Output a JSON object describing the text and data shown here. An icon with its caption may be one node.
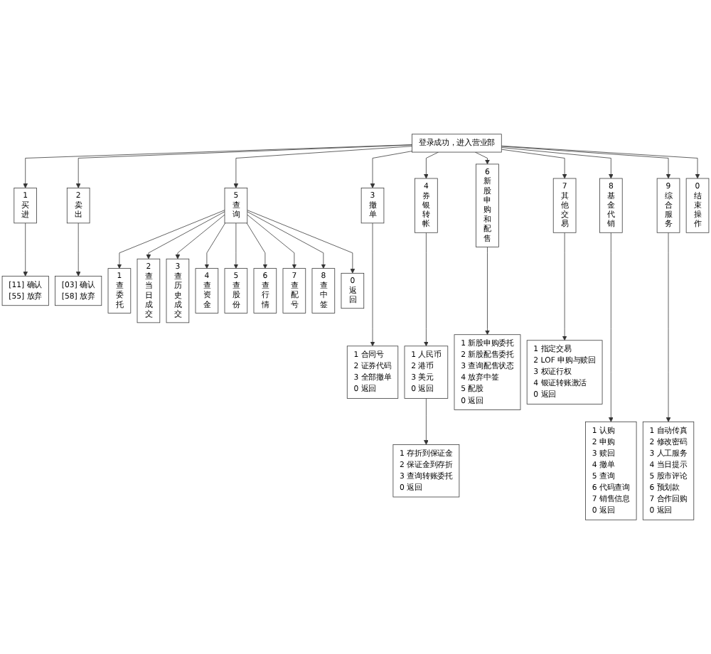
{
  "diagram": {
    "nodes": [
      {
        "text": [
          "登录成功，进入营业部"
        ]
      },
      {
        "text": [
          "1 买进"
        ]
      },
      {
        "text": [
          "2 卖出"
        ]
      },
      {
        "text": [
          "3 撤单"
        ]
      },
      {
        "text": [
          "4 券银转帐"
        ]
      },
      {
        "text": [
          "5 查询"
        ]
      },
      {
        "text": [
          "6 新股申购和配售"
        ]
      },
      {
        "text": [
          "7 其他交易"
        ]
      },
      {
        "text": [
          "8 基金代销"
        ]
      },
      {
        "text": [
          "9 综合服务"
        ]
      },
      {
        "text": [
          "0 结束操作"
        ]
      },
      {
        "text": [
          "[11] 确认",
          "[55] 放弃"
        ]
      },
      {
        "text": [
          "[03] 确认",
          "[58] 放弃"
        ]
      },
      {
        "text": [
          "1 合同号",
          "2 证券代码",
          "3 全部撤单",
          "0 返回"
        ]
      },
      {
        "text": [
          "1 人民币",
          "2 港币",
          "3 美元",
          "0 返回"
        ]
      },
      {
        "text": [
          "1 存折到保证金",
          "2 保证金到存折",
          "3 查询转账委托",
          "0 返回"
        ]
      },
      {
        "text": [
          "1 新股申购委托",
          "2 新股配售委托",
          "3 查询配售状态",
          "4 放弃中签",
          "5 配股",
          "0 返回"
        ]
      },
      {
        "text": [
          "1 指定交易",
          "2 LOF 申购与赎回",
          "3 权证行权",
          "4 银证转账激活",
          "0 返回"
        ]
      },
      {
        "text": [
          "1 认购",
          "2 申购",
          "3 赎回",
          "4 撤单",
          "5 查询",
          "6 代码查询",
          "7 销售信息",
          "0 返回"
        ]
      },
      {
        "text": [
          "1 自动传真",
          "2 修改密码",
          "3 人工服务",
          "4 当日提示",
          "5 股市评论",
          "6 预划款",
          "7 合作回购",
          "0 返回"
        ]
      },
      {
        "text": [
          "1 查委托"
        ]
      },
      {
        "text": [
          "2 查当日成交"
        ]
      },
      {
        "text": [
          "3 查历史成交"
        ]
      },
      {
        "text": [
          "4 查资金"
        ]
      },
      {
        "text": [
          "5 查股份"
        ]
      },
      {
        "text": [
          "6 查行情"
        ]
      },
      {
        "text": [
          "7 查配号"
        ]
      },
      {
        "text": [
          "8 查中签"
        ]
      },
      {
        "text": [
          "0 返回"
        ]
      }
    ],
    "edges": [
      {
        "from": 0,
        "to": 1,
        "arrow": "to"
      },
      {
        "from": 0,
        "to": 2,
        "arrow": "to"
      },
      {
        "from": 0,
        "to": 3,
        "arrow": "to"
      },
      {
        "from": 0,
        "to": 4,
        "arrow": "to"
      },
      {
        "from": 0,
        "to": 5,
        "arrow": "to"
      },
      {
        "from": 0,
        "to": 6,
        "arrow": "to"
      },
      {
        "from": 0,
        "to": 7,
        "arrow": "to"
      },
      {
        "from": 0,
        "to": 8,
        "arrow": "to"
      },
      {
        "from": 0,
        "to": 9,
        "arrow": "to"
      },
      {
        "from": 0,
        "to": 10,
        "arrow": "to"
      },
      {
        "from": 1,
        "to": 11,
        "arrow": "to"
      },
      {
        "from": 2,
        "to": 12,
        "arrow": "to"
      },
      {
        "from": 3,
        "to": 13,
        "arrow": "to"
      },
      {
        "from": 4,
        "to": 14,
        "arrow": "to"
      },
      {
        "from": 14,
        "to": 15,
        "arrow": "to"
      },
      {
        "from": 6,
        "to": 16,
        "arrow": "to"
      },
      {
        "from": 7,
        "to": 17,
        "arrow": "to"
      },
      {
        "from": 8,
        "to": 18,
        "arrow": "to"
      },
      {
        "from": 9,
        "to": 19,
        "arrow": "to"
      },
      {
        "from": 5,
        "to": 20,
        "arrow": "to"
      },
      {
        "from": 5,
        "to": 21,
        "arrow": "to"
      },
      {
        "from": 5,
        "to": 22,
        "arrow": "to"
      },
      {
        "from": 5,
        "to": 23,
        "arrow": "to"
      },
      {
        "from": 5,
        "to": 24,
        "arrow": "to"
      },
      {
        "from": 5,
        "to": 25,
        "arrow": "to"
      },
      {
        "from": 5,
        "to": 26,
        "arrow": "to"
      },
      {
        "from": 5,
        "to": 27,
        "arrow": "to"
      },
      {
        "from": 5,
        "to": 28,
        "arrow": "to"
      }
    ]
  }
}
